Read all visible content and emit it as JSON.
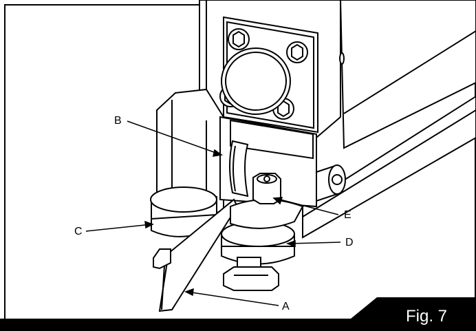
{
  "figure": {
    "label": "Fig. 7",
    "colors": {
      "line": "#000000",
      "fill": "#ffffff",
      "shade": "#f2f2f2",
      "banner": "#000000"
    }
  },
  "callouts": {
    "a": "A",
    "b": "B",
    "c": "C",
    "d": "D",
    "e": "E"
  }
}
